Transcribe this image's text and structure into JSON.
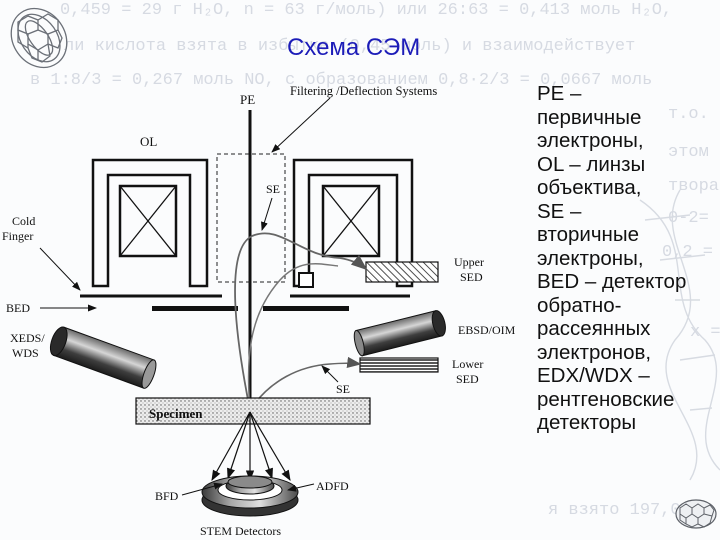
{
  "slide_title": "Схема СЭМ",
  "legend_lines": [
    "PE –",
    "первичные",
    "электроны,",
    "OL – линзы",
    "объектива,",
    "SE –",
    "вторичные",
    "электроны,",
    "BED – детектор",
    "обратно-",
    "рассеянных",
    "электронов,",
    "EDX/WDX –",
    "рентгеновские",
    "детекторы"
  ],
  "diagram_labels": {
    "pe": "PE",
    "filtering": "Filtering /Deflection Systems",
    "ol": "OL",
    "se_upper": "SE",
    "cold_finger_1": "Cold",
    "cold_finger_2": "Finger",
    "upper_sed_1": "Upper",
    "upper_sed_2": "SED",
    "bed": "BED",
    "xeds_1": "XEDS/",
    "xeds_2": "WDS",
    "ebsd": "EBSD/OIM",
    "lower_sed_1": "Lower",
    "lower_sed_2": "SED",
    "se_lower": "SE",
    "specimen": "Specimen",
    "bfd": "BFD",
    "adfd": "ADFD",
    "stem": "STEM Detectors"
  },
  "background_text": [
    "0,459 = 29 г H₂O, n = 63 г/моль) или 26:63 = 0,413 моль H₂O,",
    "ли кислота взята в избытке (0,45 моль) и взаимодействует",
    "в 1:8/3 = 0,267 моль NO, с образованием 0,8·2/3 = 0,0667 моль",
    "т.о.",
    "этом",
    "твора",
    "0-2=",
    "0,2 = ",
    "x =",
    "я взято 197,06"
  ]
}
